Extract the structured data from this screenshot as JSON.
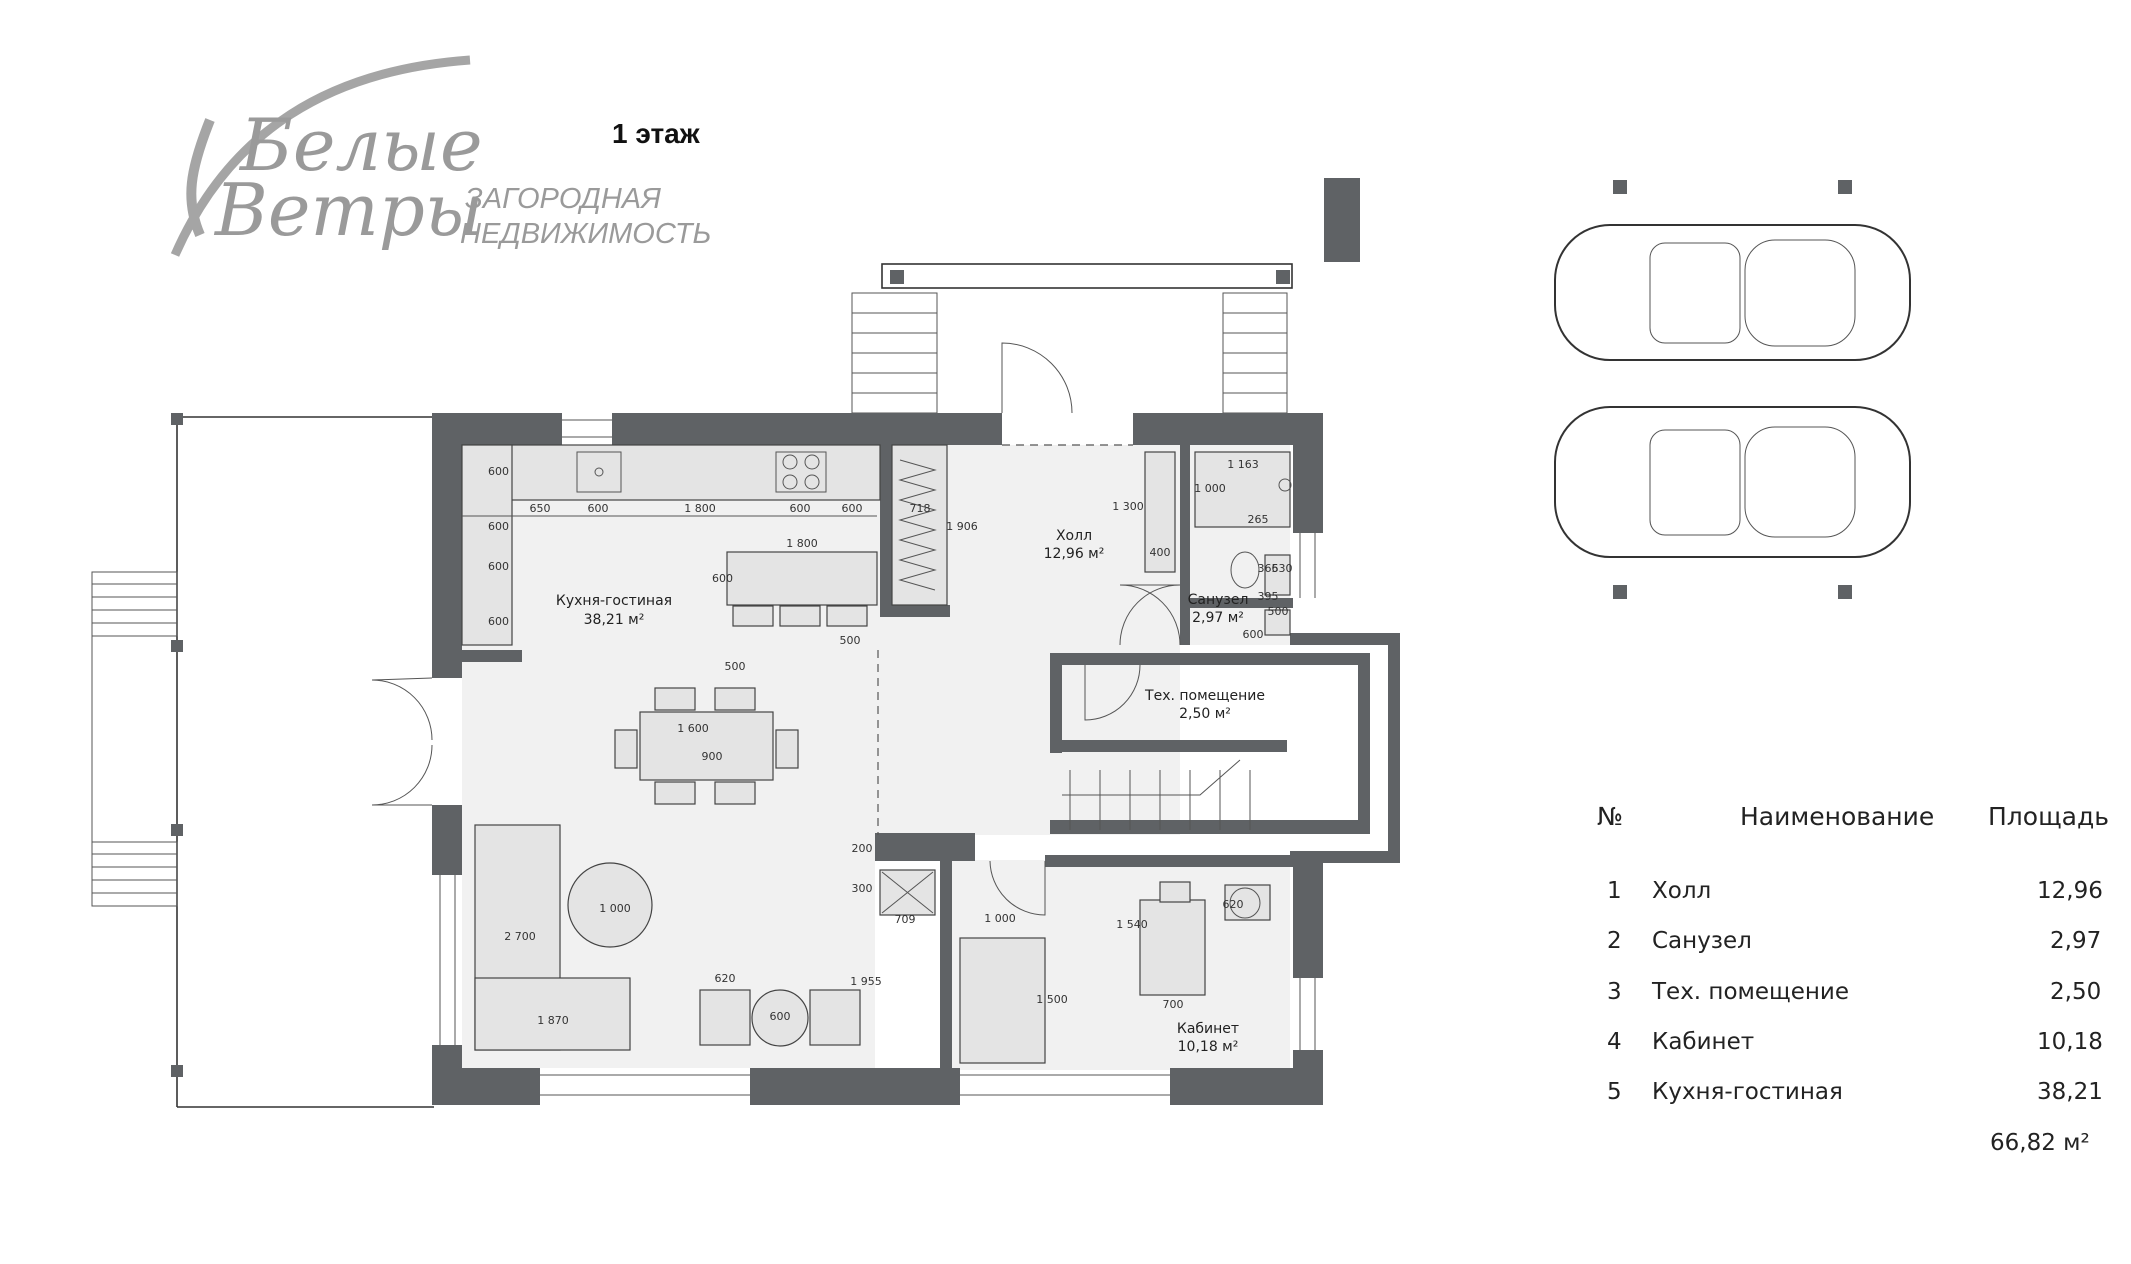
{
  "logo": {
    "script_line1": "Белые",
    "script_line2": "Ветры",
    "tag_line1": "ЗАГОРОДНАЯ",
    "tag_line2": "НЕДВИЖИМОСТЬ"
  },
  "floor_title": "1 этаж",
  "rooms": {
    "kitchen": {
      "name": "Кухня-гостиная",
      "area": "38,21 м²"
    },
    "hall": {
      "name": "Холл",
      "area": "12,96 м²"
    },
    "bathroom": {
      "name": "Санузел",
      "area": "2,97 м²"
    },
    "tech": {
      "name": "Тех. помещение",
      "area": "2,50 м²"
    },
    "office": {
      "name": "Кабинет",
      "area": "10,18 м²"
    }
  },
  "dimensions": {
    "k_650": "650",
    "k_600a": "600",
    "k_1800": "1 800",
    "k_600b": "600",
    "k_600c": "600",
    "v_600a": "600",
    "v_600b": "600",
    "v_600c": "600",
    "v_600d": "600",
    "island_1800": "1 800",
    "island_600": "600",
    "stool_500": "500",
    "dining_500": "500",
    "dining_1600": "1 600",
    "dining_900": "900",
    "sofa_2700": "2 700",
    "sofa_1870": "1 870",
    "round_1000": "1 000",
    "chair_620": "620",
    "coffee_600": "600",
    "wardrobe_718": "718",
    "wardrobe_1906": "1 906",
    "hall_1300": "1 300",
    "hall_400": "400",
    "bath_1163": "1 163",
    "bath_1000": "1 000",
    "bath_265": "265",
    "bath_365": "365",
    "bath_630": "630",
    "bath_500": "500",
    "bath_600": "600",
    "bath_395": "395",
    "closet_200": "200",
    "closet_300": "300",
    "closet_709": "709",
    "closet_1955": "1 955",
    "office_1000": "1 000",
    "office_1500": "1 500",
    "office_1540": "1 540",
    "office_700": "700",
    "office_620": "620"
  },
  "table": {
    "headers": {
      "num": "№",
      "name": "Наименование",
      "area": "Площадь"
    },
    "rows": [
      {
        "num": "1",
        "name": "Холл",
        "area": "12,96"
      },
      {
        "num": "2",
        "name": "Санузел",
        "area": "2,97"
      },
      {
        "num": "3",
        "name": "Тех. помещение",
        "area": "2,50"
      },
      {
        "num": "4",
        "name": "Кабинет",
        "area": "10,18"
      },
      {
        "num": "5",
        "name": "Кухня-гостиная",
        "area": "38,21"
      }
    ],
    "total": "66,82 м²"
  },
  "colors": {
    "wall": "#5f6265",
    "floor": "#f1f1f1",
    "logo": "#9a9a9a"
  }
}
